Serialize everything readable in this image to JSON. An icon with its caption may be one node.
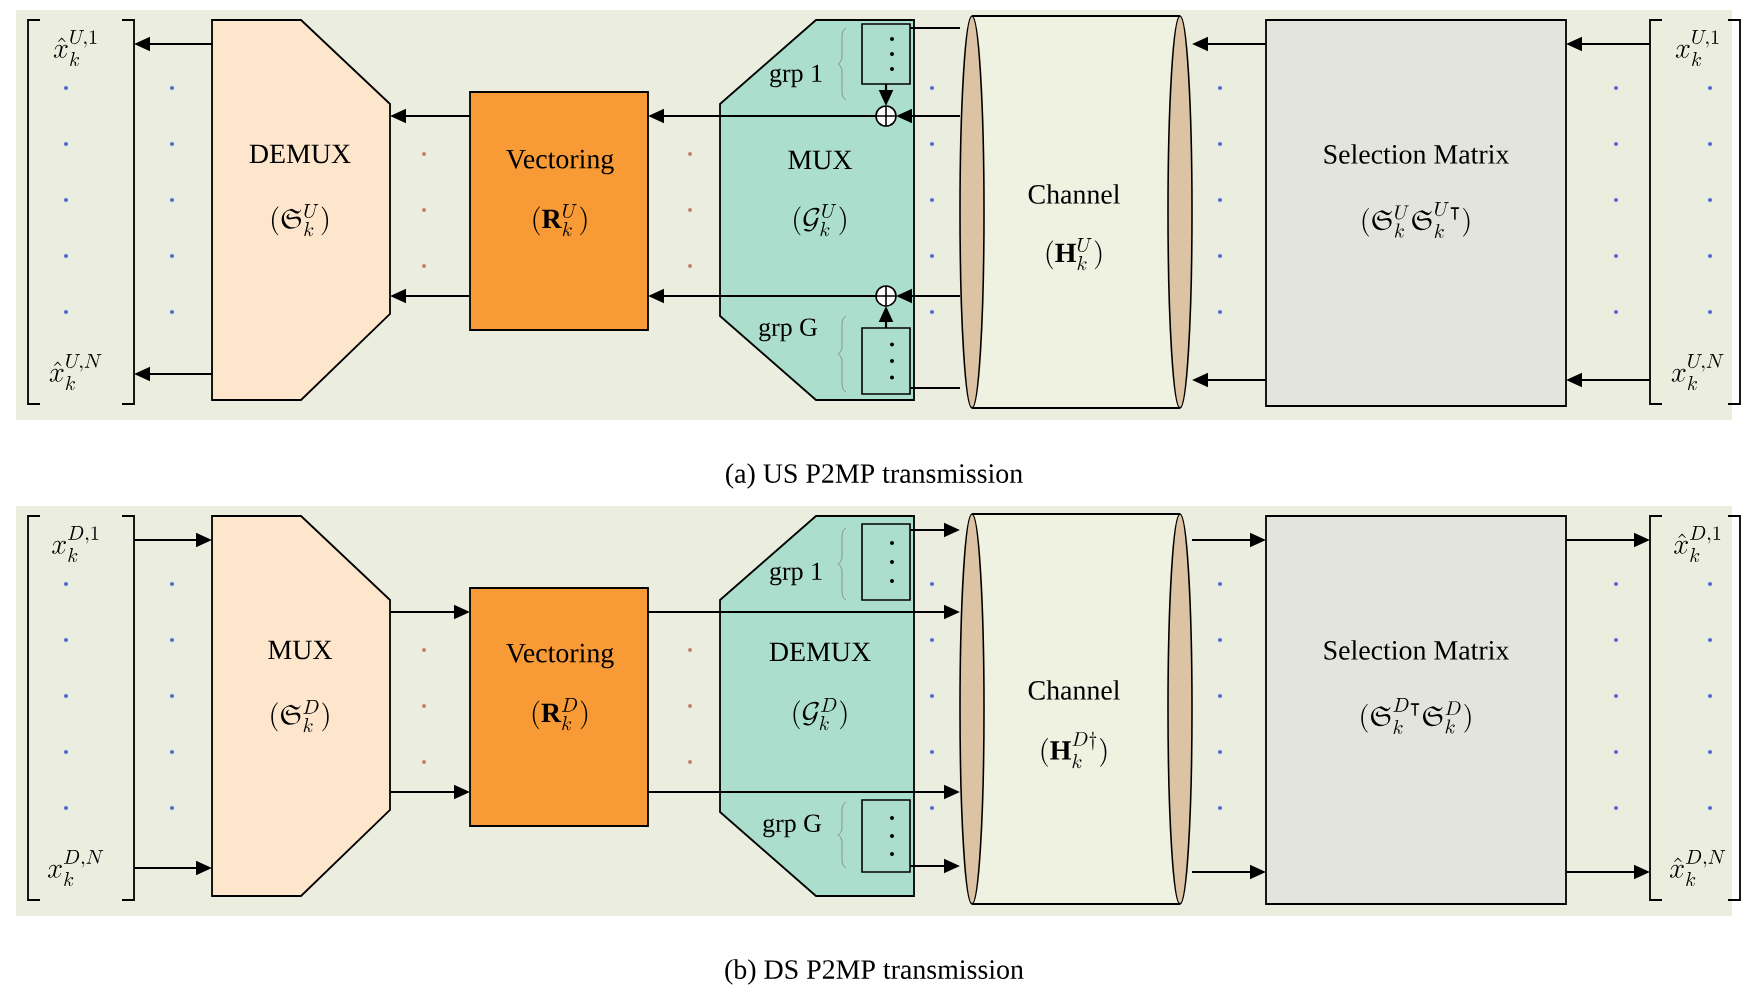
{
  "diagram": {
    "nodes": [
      {
        "text": [
          "\\hat{x}_k^{U,1}",
          "\\hat{x}_k^{U,N}"
        ]
      },
      {
        "text": [
          "DEMUX",
          "(\\mathfrak{S}_k^U)"
        ]
      },
      {
        "text": [
          "Vectoring",
          "(\\mathbf{R}_k^U)"
        ]
      },
      {
        "text": [
          "MUX",
          "(\\mathcal{G}_k^U)"
        ]
      },
      {
        "text": [
          "grp 1"
        ],
        "in": 3
      },
      {
        "text": [
          "grp G"
        ],
        "in": 3
      },
      {
        "text": [],
        "shape": "circle",
        "in": 3
      },
      {
        "text": [],
        "shape": "circle",
        "in": 3
      },
      {
        "text": [
          "Channel",
          "(\\mathbf{H}_k^U)"
        ]
      },
      {
        "text": [
          "Selection Matrix",
          "(\\mathfrak{S}_k^U \\mathfrak{S}_k^{U\\intercal})"
        ]
      },
      {
        "text": [
          "x_k^{U,1}",
          "x_k^{U,N}"
        ]
      },
      {
        "text": [
          "x_k^{D,1}",
          "x_k^{D,N}"
        ]
      },
      {
        "text": [
          "MUX",
          "(\\mathfrak{S}_k^D)"
        ]
      },
      {
        "text": [
          "Vectoring",
          "(\\mathbf{R}_k^D)"
        ]
      },
      {
        "text": [
          "DEMUX",
          "(\\mathcal{G}_k^D)"
        ]
      },
      {
        "text": [
          "grp 1"
        ],
        "in": 14
      },
      {
        "text": [
          "grp G"
        ],
        "in": 14
      },
      {
        "text": [
          "Channel",
          "(\\mathbf{H}_k^{D\\dagger})"
        ]
      },
      {
        "text": [
          "Selection Matrix",
          "(\\mathfrak{S}_k^{D\\intercal} \\mathfrak{S}_k^D)"
        ]
      },
      {
        "text": [
          "\\hat{x}_k^{D,1}",
          "\\hat{x}_k^{D,N}"
        ]
      }
    ],
    "edges": [
      {
        "from": 10,
        "to": 9,
        "arrow": "to"
      },
      {
        "from": 10,
        "to": 9,
        "arrow": "to"
      },
      {
        "from": 9,
        "to": 8,
        "arrow": "to"
      },
      {
        "from": 9,
        "to": 8,
        "arrow": "to"
      },
      {
        "from": 8,
        "to": 6,
        "arrow": "to"
      },
      {
        "from": 8,
        "to": 7,
        "arrow": "to"
      },
      {
        "from": 8,
        "to": 4,
        "arrow": "none"
      },
      {
        "from": 8,
        "to": 5,
        "arrow": "none"
      },
      {
        "from": 4,
        "to": 6,
        "arrow": "to"
      },
      {
        "from": 5,
        "to": 7,
        "arrow": "to"
      },
      {
        "from": 6,
        "to": 2,
        "arrow": "to"
      },
      {
        "from": 7,
        "to": 2,
        "arrow": "to"
      },
      {
        "from": 2,
        "to": 1,
        "arrow": "to"
      },
      {
        "from": 2,
        "to": 1,
        "arrow": "to"
      },
      {
        "from": 1,
        "to": 0,
        "arrow": "to"
      },
      {
        "from": 1,
        "to": 0,
        "arrow": "to"
      },
      {
        "from": 11,
        "to": 12,
        "arrow": "to"
      },
      {
        "from": 11,
        "to": 12,
        "arrow": "to"
      },
      {
        "from": 12,
        "to": 13,
        "arrow": "to"
      },
      {
        "from": 12,
        "to": 13,
        "arrow": "to"
      },
      {
        "from": 13,
        "to": 17,
        "arrow": "to"
      },
      {
        "from": 13,
        "to": 17,
        "arrow": "to"
      },
      {
        "from": 15,
        "to": 17,
        "arrow": "to"
      },
      {
        "from": 16,
        "to": 17,
        "arrow": "to"
      },
      {
        "from": 17,
        "to": 18,
        "arrow": "to"
      },
      {
        "from": 17,
        "to": 18,
        "arrow": "to"
      },
      {
        "from": 18,
        "to": 19,
        "arrow": "to"
      },
      {
        "from": 18,
        "to": 19,
        "arrow": "to"
      }
    ],
    "labels": [
      "(a) US P2MP transmission",
      "(b) DS P2MP transmission"
    ]
  }
}
